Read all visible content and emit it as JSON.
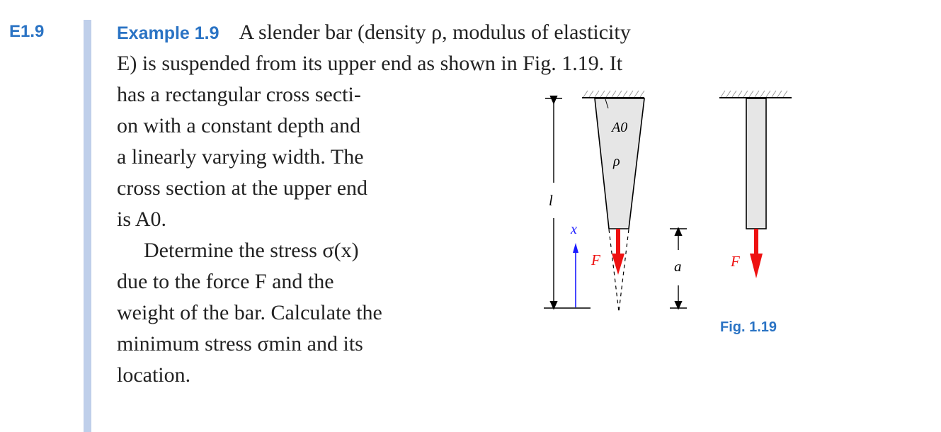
{
  "example": {
    "tag": "E1.9",
    "title": "Example 1.9",
    "line1_text": "A slender bar (density ρ, modulus of elasticity",
    "line2_text": "E) is suspended from its upper end as shown in Fig. 1.19. It"
  },
  "paragraph1": [
    "has a rectangular cross secti-",
    "on with a constant depth and",
    "a linearly varying width. The",
    "cross section at the upper end",
    "is A0."
  ],
  "paragraph2": [
    "Determine the stress σ(x)",
    "due to the force F and the",
    "weight of the bar. Calculate the",
    "minimum stress σmin and its",
    "location."
  ],
  "figure": {
    "caption": "Fig. 1.19",
    "labels": {
      "area": "A0",
      "density": "ρ",
      "length": "l",
      "coordinate": "x",
      "force_left": "F",
      "distance": "a",
      "force_right": "F"
    },
    "colors": {
      "force": "#ee1111",
      "coordinate_axis": "#1a1aff",
      "caption": "#2a73c4",
      "bar_fill": "#e6e6e6"
    }
  }
}
